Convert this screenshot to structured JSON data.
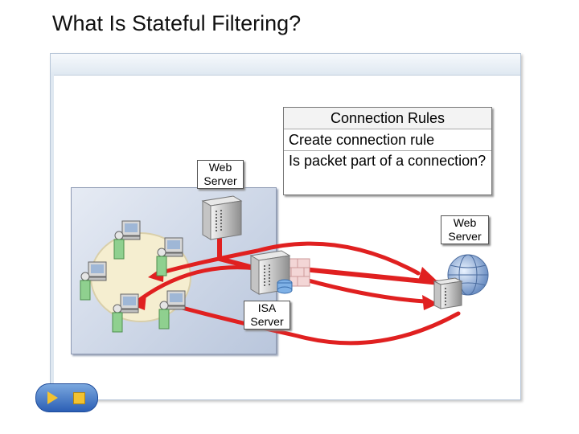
{
  "slide": {
    "title": "What Is Stateful Filtering?"
  },
  "labels": {
    "web_server_internal": "Web Server",
    "web_server_external": "Web Server",
    "isa_server": "ISA Server"
  },
  "rules_box": {
    "heading": "Connection Rules",
    "items": [
      "Create connection rule",
      "Is packet part of a connection?"
    ]
  },
  "colors": {
    "arrow": "#e02020",
    "lan_background": "#c9d3e6",
    "panel_border": "#b7c6d8",
    "nav_button": "#3f74c6",
    "nav_icon": "#f2c230"
  },
  "icons": [
    "workstation-icon",
    "server-icon",
    "firewall-icon",
    "globe-icon",
    "play-icon",
    "stop-icon"
  ]
}
